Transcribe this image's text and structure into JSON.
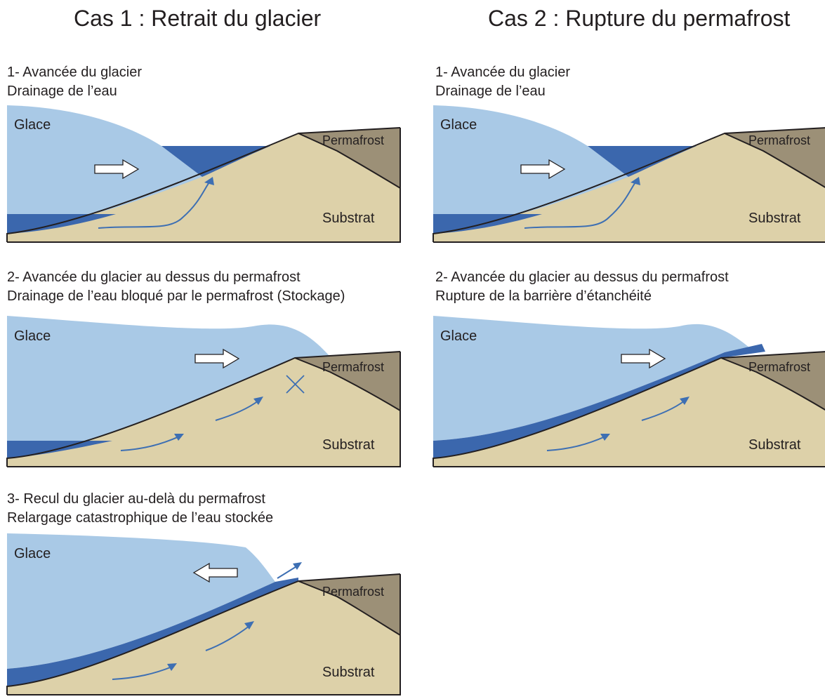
{
  "colors": {
    "ice": "#a9c9e6",
    "water": "#3b67ad",
    "substrate": "#ddd1a9",
    "permafrost": "#9c9077",
    "flow_arrow": "#3d6fb3",
    "outline": "#231f20"
  },
  "labels": {
    "ice": "Glace",
    "permafrost": "Permafrost",
    "substrate": "Substrat"
  },
  "case1": {
    "title": "Cas 1 : Retrait du glacier",
    "steps": [
      {
        "line1": "1- Avancée du glacier",
        "line2": "Drainage de l’eau"
      },
      {
        "line1": "2- Avancée du glacier au dessus du permafrost",
        "line2": "Drainage de l’eau bloqué par le permafrost (Stockage)"
      },
      {
        "line1": "3- Recul du glacier au-delà du permafrost",
        "line2": "Relargage catastrophique de l’eau stockée"
      }
    ]
  },
  "case2": {
    "title": "Cas 2 : Rupture du permafrost",
    "steps": [
      {
        "line1": "1- Avancée du glacier",
        "line2": "Drainage de l’eau"
      },
      {
        "line1": "2- Avancée du glacier au dessus du permafrost",
        "line2": "Rupture de la barrière d’étanchéité"
      }
    ]
  }
}
